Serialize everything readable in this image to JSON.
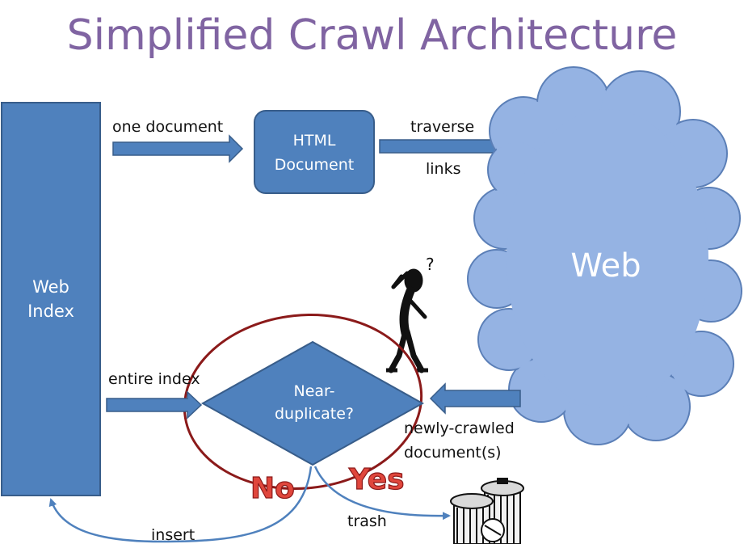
{
  "title": "Simplified Crawl Architecture",
  "nodes": {
    "web_index": "Web Index",
    "html_document": "HTML Document",
    "web": "Web",
    "near_duplicate": "Near-duplicate?"
  },
  "edges": {
    "one_document": "one document",
    "traverse": "traverse",
    "links": "links",
    "entire_index": "entire index",
    "newly_crawled": "newly-crawled",
    "documents": "document(s)",
    "trash": "trash",
    "insert": "insert"
  },
  "annotations": {
    "no": "No",
    "yes": "Yes",
    "question_mark": "?"
  },
  "colors": {
    "title": "#8064a2",
    "shape_fill": "#4f81bd",
    "shape_stroke": "#385d8a",
    "cloud_fill": "#95b3e3",
    "circle": "#8b1a1a",
    "decision_word": "#e0463c",
    "arrow_line": "#4f81bd"
  },
  "icons": [
    "confused-person-icon",
    "trash-cans-icon"
  ]
}
